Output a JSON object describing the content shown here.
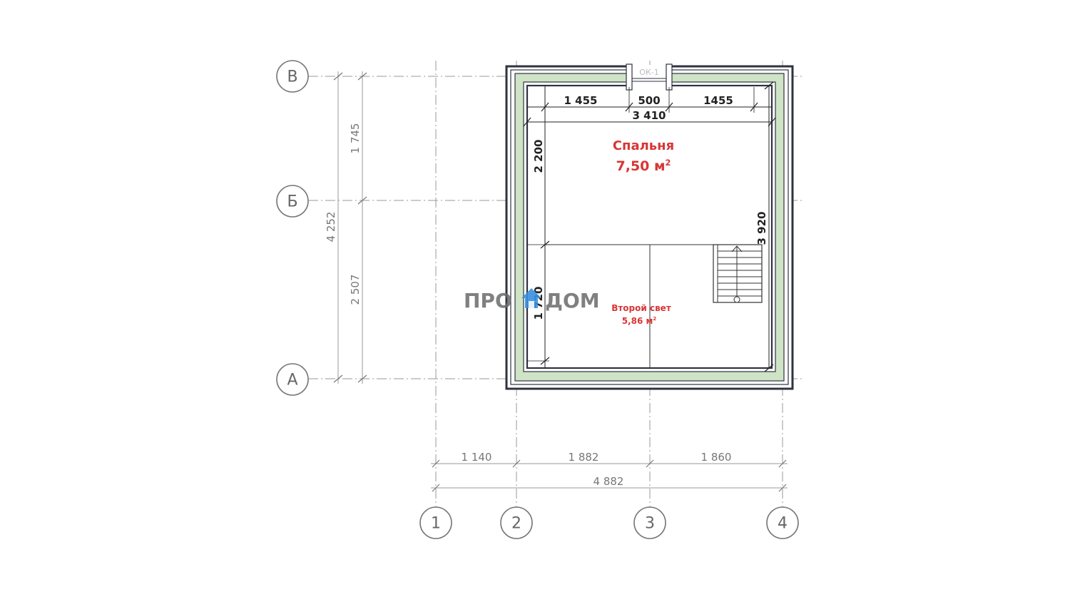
{
  "axes": {
    "rows": [
      "В",
      "Б",
      "А"
    ],
    "columns": [
      "1",
      "2",
      "3",
      "4"
    ]
  },
  "dimensions": {
    "left_total": "4 252",
    "left_upper": "1 745",
    "left_lower": "2 507",
    "bottom_1": "1 140",
    "bottom_2": "1 882",
    "bottom_3": "1 860",
    "bottom_total": "4 882",
    "inner_top_left": "1 455",
    "inner_top_mid": "500",
    "inner_top_right": "1455",
    "inner_width": "3 410",
    "inner_left_upper": "2 200",
    "inner_left_lower": "1 720",
    "inner_right_total": "3 920"
  },
  "rooms": {
    "bedroom_name": "Спальня",
    "bedroom_area": "7,50 м",
    "bedroom_area_sup": "2",
    "second_light_name": "Второй свет",
    "second_light_area": "5,86 м",
    "second_light_area_sup": "2"
  },
  "window_tag": "ОК-1",
  "watermark": {
    "left": "ПРО",
    "right": "ДОМ"
  },
  "colors": {
    "wall_fill": "#cfe3c6",
    "wall_stroke": "#2f3340",
    "room_label": "#d93636",
    "logo_house": "#3a8fe0"
  }
}
